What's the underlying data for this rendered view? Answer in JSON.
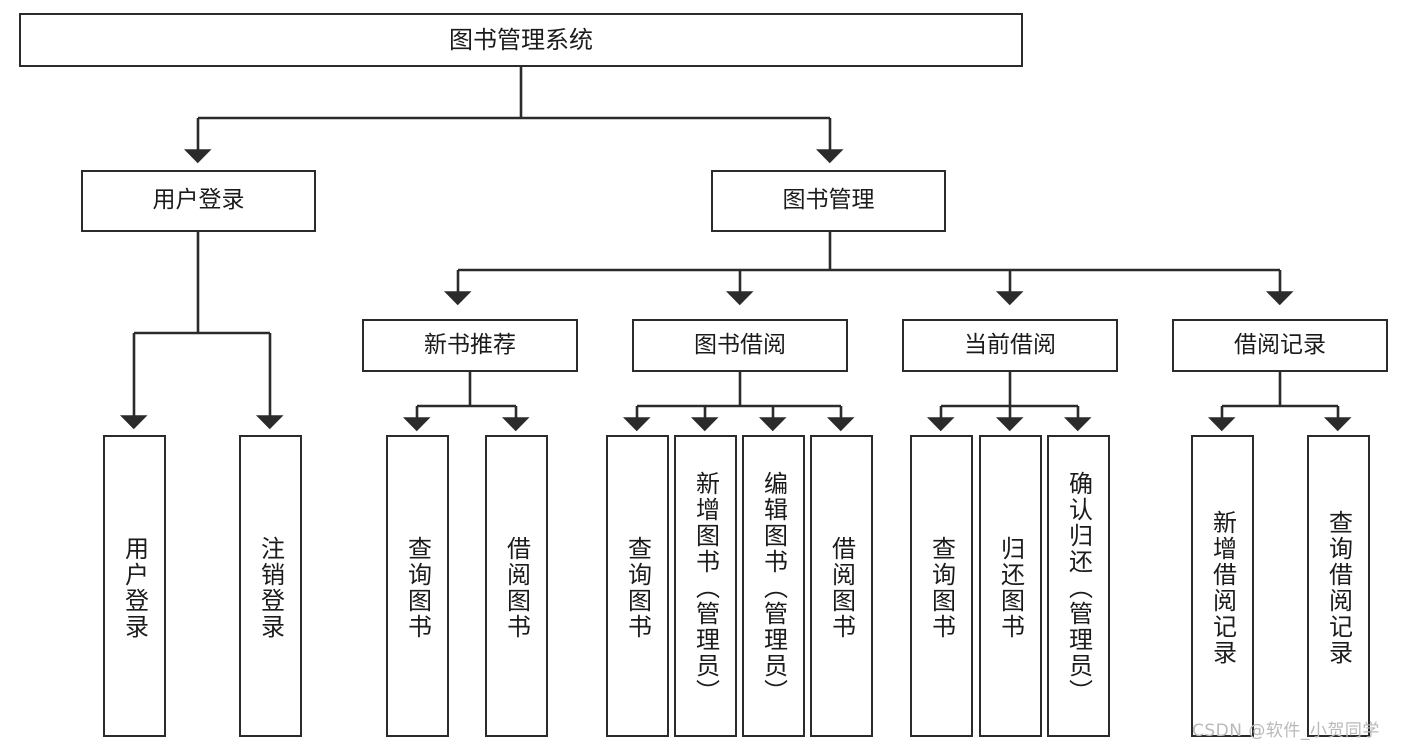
{
  "diagram": {
    "title": "图书管理系统",
    "type": "functional-structure-tree",
    "colors": {
      "box_border": "#2b2b2b",
      "box_fill": "#ffffff",
      "connector": "#2b2b2b",
      "watermark": "#b9b9b9",
      "background": "#ffffff"
    },
    "root": {
      "id": "root",
      "label": "图书管理系统"
    },
    "level2": [
      {
        "id": "user-login",
        "label": "用户登录"
      },
      {
        "id": "book-manage",
        "label": "图书管理"
      }
    ],
    "level3": [
      {
        "id": "new-book-recommend",
        "label": "新书推荐"
      },
      {
        "id": "book-borrow",
        "label": "图书借阅"
      },
      {
        "id": "current-borrow",
        "label": "当前借阅"
      },
      {
        "id": "borrow-record",
        "label": "借阅记录"
      }
    ],
    "leaves": {
      "user_login": [
        {
          "id": "leaf-user-login",
          "label": "用户登录"
        },
        {
          "id": "leaf-logout-login",
          "label": "注销登录"
        }
      ],
      "new_book_recommend": [
        {
          "id": "leaf-query-book-1",
          "label": "查询图书"
        },
        {
          "id": "leaf-borrow-book-1",
          "label": "借阅图书"
        }
      ],
      "book_borrow": [
        {
          "id": "leaf-query-book-2",
          "label": "查询图书"
        },
        {
          "id": "leaf-add-book",
          "label": "新增图书（管理员）"
        },
        {
          "id": "leaf-edit-book",
          "label": "编辑图书（管理员）"
        },
        {
          "id": "leaf-borrow-book-2",
          "label": "借阅图书"
        }
      ],
      "current_borrow": [
        {
          "id": "leaf-query-book-3",
          "label": "查询图书"
        },
        {
          "id": "leaf-return-book",
          "label": "归还图书"
        },
        {
          "id": "leaf-confirm-return",
          "label": "确认归还（管理员）"
        }
      ],
      "borrow_record": [
        {
          "id": "leaf-add-record",
          "label": "新增借阅记录"
        },
        {
          "id": "leaf-query-record",
          "label": "查询借阅记录"
        }
      ]
    }
  },
  "watermark": {
    "text": "CSDN @软件_小贺同学"
  }
}
